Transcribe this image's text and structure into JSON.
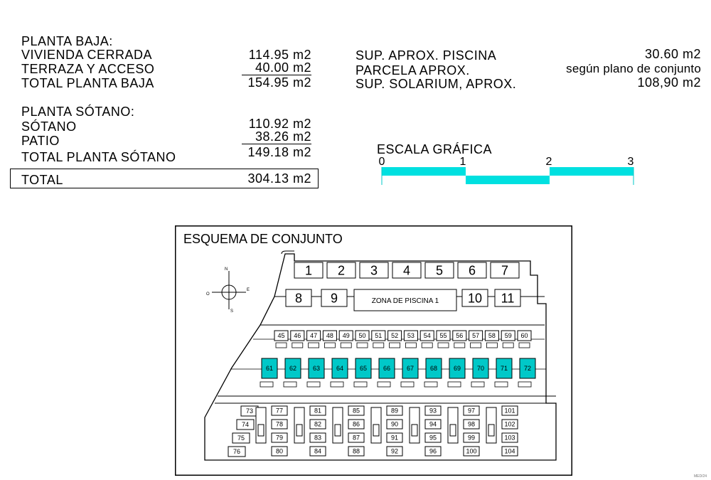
{
  "planta_baja": {
    "title": "PLANTA BAJA:",
    "rows": [
      {
        "label": "VIVIENDA CERRADA",
        "value": "114.95 m2"
      },
      {
        "label": "TERRAZA Y ACCESO",
        "value": "40.00 m2"
      },
      {
        "label": "TOTAL PLANTA BAJA",
        "value": "154.95 m2"
      }
    ]
  },
  "planta_sotano": {
    "title": "PLANTA SÓTANO:",
    "rows": [
      {
        "label": "SÓTANO",
        "value": "110.92 m2"
      },
      {
        "label": "PATIO",
        "value": "38.26 m2"
      },
      {
        "label": "TOTAL PLANTA SÓTANO",
        "value": "149.18 m2"
      }
    ]
  },
  "total": {
    "label": "TOTAL",
    "value": "304.13 m2"
  },
  "superficies": [
    {
      "label": "SUP.  APROX. PISCINA",
      "value": "30.60 m2"
    },
    {
      "label": "PARCELA APROX.",
      "value": "según plano de conjunto"
    },
    {
      "label": "SUP. SOLARIUM, APROX.",
      "value": "108,90 m2"
    }
  ],
  "escala": {
    "title": "ESCALA GRÁFICA",
    "ticks": [
      "0",
      "1",
      "2",
      "3"
    ],
    "color": "#00e0e0"
  },
  "esquema": {
    "title": "ESQUEMA DE CONJUNTO",
    "compass": {
      "n": "N",
      "e": "E",
      "s": "S",
      "o": "O"
    },
    "pool_zone": "ZONA DE PISCINA 1",
    "row1": [
      "1",
      "2",
      "3",
      "4",
      "5",
      "6",
      "7"
    ],
    "row2_left": [
      "8",
      "9"
    ],
    "row2_right": [
      "10",
      "11"
    ],
    "row3": [
      "45",
      "46",
      "47",
      "48",
      "49",
      "50",
      "51",
      "52",
      "53",
      "54",
      "55",
      "56",
      "57",
      "58",
      "59",
      "60"
    ],
    "row4": [
      "61",
      "62",
      "63",
      "64",
      "65",
      "66",
      "67",
      "68",
      "69",
      "70",
      "71",
      "72"
    ],
    "row5_left": [
      "73",
      "74",
      "75",
      "76"
    ],
    "row5_blocks": [
      [
        "77",
        "78",
        "79",
        "80"
      ],
      [
        "81",
        "82",
        "83",
        "84"
      ],
      [
        "85",
        "86",
        "87",
        "88"
      ],
      [
        "89",
        "90",
        "91",
        "92"
      ],
      [
        "93",
        "94",
        "95",
        "96"
      ],
      [
        "97",
        "98",
        "99",
        "100"
      ],
      [
        "101",
        "102",
        "103",
        "104"
      ]
    ],
    "highlight_color": "#00c8c8"
  },
  "footnote": "MED/24"
}
